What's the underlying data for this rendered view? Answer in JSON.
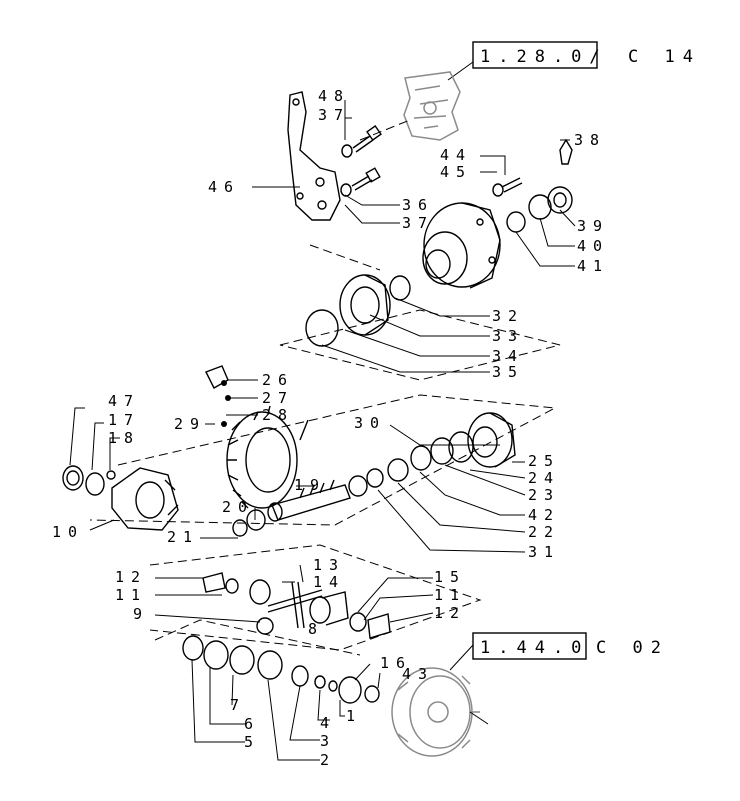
{
  "references": {
    "top": {
      "box": "1.28.0/",
      "suffix": "C 14"
    },
    "bottom": {
      "box": "1.44.0",
      "suffix": "C 02"
    }
  },
  "callouts": {
    "n48": "48",
    "n37a": "37",
    "n46": "46",
    "n44": "44",
    "n45": "45",
    "n38": "38",
    "n36": "36",
    "n37b": "37",
    "n39": "39",
    "n40": "40",
    "n41": "41",
    "n32": "32",
    "n33": "33",
    "n34": "34",
    "n35": "35",
    "n26": "26",
    "n27": "27",
    "n28": "28",
    "n29": "29",
    "n30": "30",
    "n47": "47",
    "n17": "17",
    "n18": "18",
    "n10": "10",
    "n25": "25",
    "n24": "24",
    "n23": "23",
    "n42": "42",
    "n22": "22",
    "n31": "31",
    "n20": "20",
    "n19": "19",
    "n21": "21",
    "n13": "13",
    "n14": "14",
    "n15": "15",
    "n12a": "12",
    "n11a": "11",
    "n9": "9",
    "n8": "8",
    "n11b": "11",
    "n12b": "12",
    "n16": "16",
    "n43": "43",
    "n7": "7",
    "n6": "6",
    "n5": "5",
    "n4": "4",
    "n3": "3",
    "n2": "2",
    "n1": "1"
  }
}
